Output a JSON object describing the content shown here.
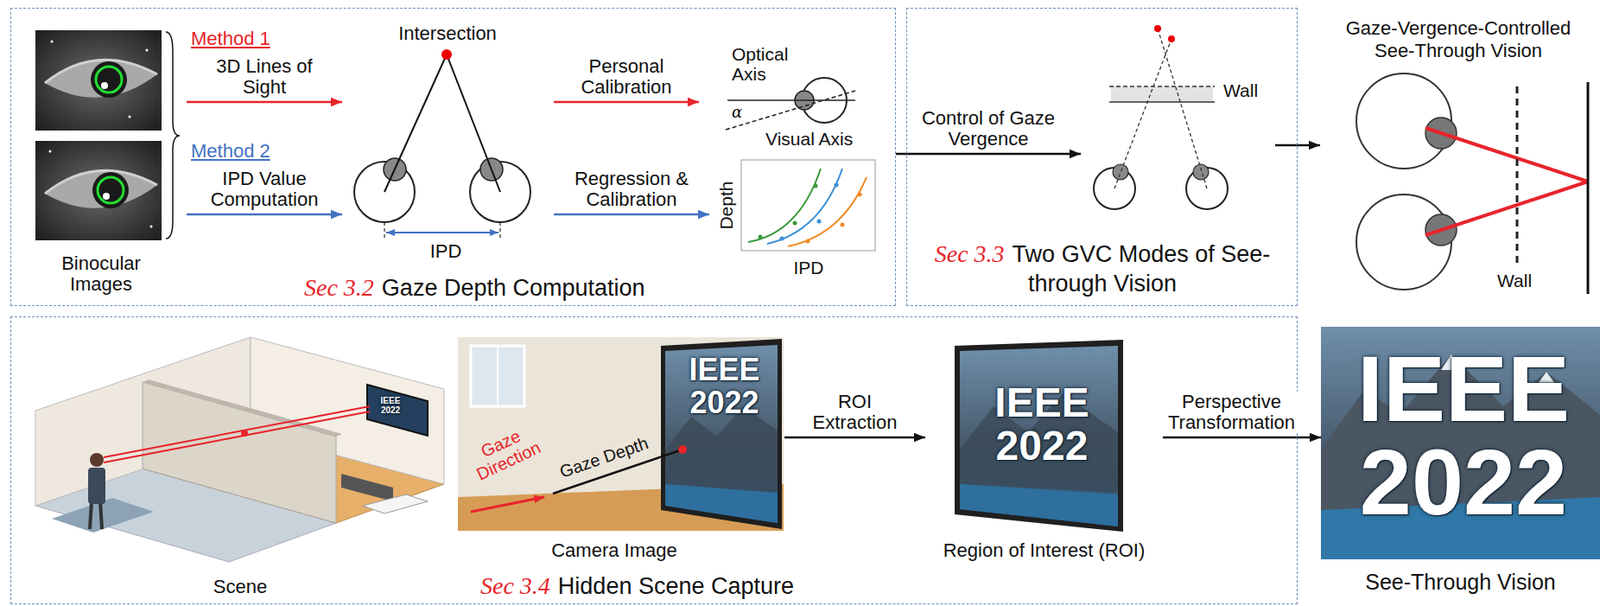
{
  "diagram": {
    "nodes": [
      {
        "text": [
          "Sec 3.2",
          "Gaze Depth Computation"
        ]
      },
      {
        "text": [
          "Binocular Images"
        ],
        "in": 0
      },
      {
        "text": [
          "Intersection",
          "IPD"
        ],
        "in": 0
      },
      {
        "text": [
          "Optical Axis",
          "α",
          "Visual Axis"
        ],
        "in": 0
      },
      {
        "text": [
          "Depth",
          "IPD"
        ],
        "in": 0
      },
      {
        "text": [
          "Sec 3.3",
          "Two GVC Modes of See-through Vision"
        ]
      },
      {
        "text": [
          "Wall"
        ],
        "in": 5
      },
      {
        "text": [
          "Gaze-Vergence-Controlled See-Through Vision",
          "Wall"
        ]
      },
      {
        "text": [
          "Sec 3.4",
          "Hidden Scene Capture"
        ]
      },
      {
        "text": [
          "Scene",
          "IEEE 2022"
        ],
        "in": 8
      },
      {
        "text": [
          "Camera Image",
          "Gaze Direction",
          "Gaze Depth",
          "IEEE 2022"
        ],
        "in": 8
      },
      {
        "text": [
          "Region of Interest (ROI)",
          "IEEE 2022"
        ],
        "in": 8
      },
      {
        "text": [
          "See-Through Vision",
          "IEEE 2022"
        ]
      }
    ],
    "edges": [
      {
        "from": 1,
        "to": 2,
        "arrow": "to",
        "label": "3D Lines of Sight"
      },
      {
        "from": 1,
        "to": 2,
        "arrow": "to",
        "label": "IPD Value Computation"
      },
      {
        "from": 2,
        "to": 3,
        "arrow": "to",
        "label": "Personal Calibration"
      },
      {
        "from": 2,
        "to": 4,
        "arrow": "to",
        "label": "Regression & Calibration"
      },
      {
        "from": 0,
        "to": 6,
        "arrow": "to",
        "label": "Control of Gaze Vergence"
      },
      {
        "from": 6,
        "to": 7,
        "arrow": "to"
      },
      {
        "from": 10,
        "to": 11,
        "arrow": "to",
        "label": "ROI Extraction"
      },
      {
        "from": 11,
        "to": 12,
        "arrow": "to",
        "label": "Perspective Transformation"
      }
    ],
    "labels": [
      "Method 1",
      "Method 2"
    ]
  }
}
